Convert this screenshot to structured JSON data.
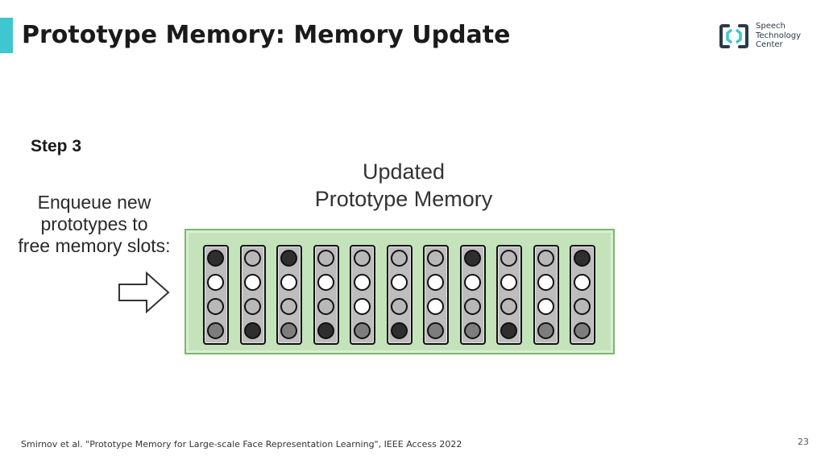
{
  "slide": {
    "title": "Prototype Memory: Memory Update",
    "accent_color": "#3ec7cf",
    "page_number": "23",
    "citation": "Smirnov et al. \"Prototype Memory for Large-scale Face Representation Learning\", IEEE Access 2022"
  },
  "logo": {
    "icon": "brackets-logo-icon",
    "lines": [
      "Speech",
      "Technology",
      "Center"
    ]
  },
  "diagram": {
    "step_label": "Step 3",
    "instruction_lines": [
      "Enqueue new",
      "prototypes to",
      "free memory slots:"
    ],
    "arrow_icon": "right-arrow-icon",
    "memory_title_lines": [
      "Updated",
      "Prototype Memory"
    ],
    "memory_background": "#c5e3bb",
    "shade_colors": {
      "dark": "#2e2e2e",
      "white": "#ffffff",
      "light": "#b8b8b8",
      "mid": "#7d7d7d"
    },
    "slots": [
      [
        "dark",
        "white",
        "light",
        "mid"
      ],
      [
        "light",
        "white",
        "light",
        "dark"
      ],
      [
        "dark",
        "white",
        "light",
        "mid"
      ],
      [
        "light",
        "white",
        "light",
        "dark"
      ],
      [
        "light",
        "white",
        "white",
        "mid"
      ],
      [
        "light",
        "white",
        "light",
        "dark"
      ],
      [
        "light",
        "white",
        "white",
        "mid"
      ],
      [
        "dark",
        "white",
        "light",
        "mid"
      ],
      [
        "light",
        "white",
        "light",
        "dark"
      ],
      [
        "light",
        "white",
        "white",
        "mid"
      ],
      [
        "dark",
        "white",
        "light",
        "mid"
      ]
    ]
  }
}
